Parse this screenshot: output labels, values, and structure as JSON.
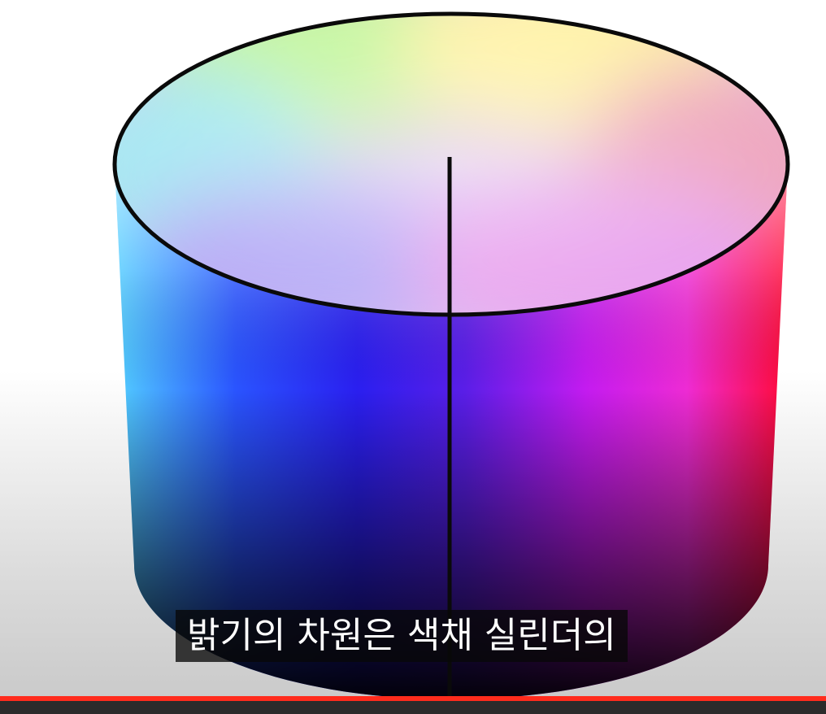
{
  "video": {
    "subtitle": "밝기의 차원은 색채 실린더의",
    "progress_fraction": 1.0,
    "progress_color": "#ff2b1c"
  },
  "figure": {
    "name": "hsv-color-cylinder",
    "colors": {
      "red": "#ff0022",
      "magenta": "#e600ff",
      "violet": "#7a22ff",
      "blue": "#0a2cf0",
      "cyan": "#60d8ff",
      "green": "#9dff7a",
      "yellow": "#fff09a"
    }
  }
}
